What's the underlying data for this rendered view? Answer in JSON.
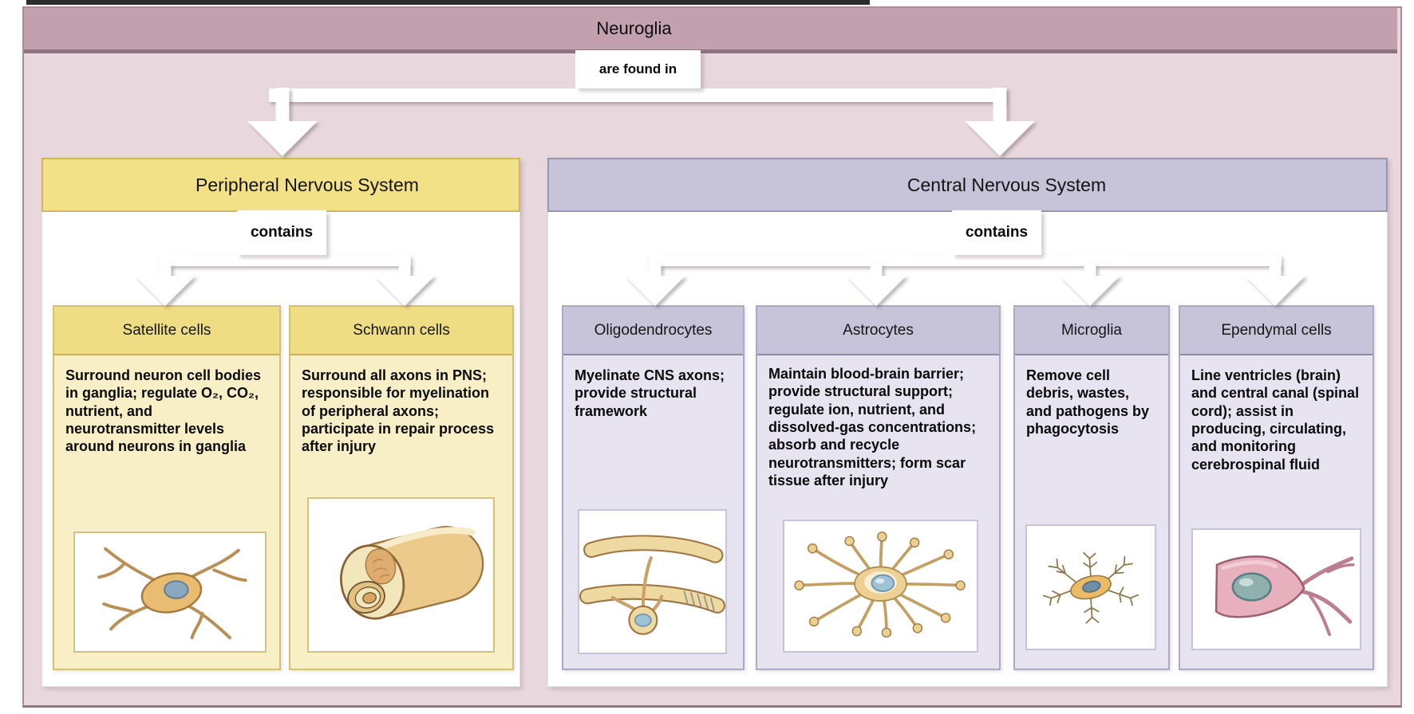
{
  "title": "Neuroglia",
  "root_connector": {
    "label": "are found in"
  },
  "pns": {
    "title": "Peripheral Nervous System",
    "connector_label": "contains",
    "cells": [
      {
        "name": "Satellite cells",
        "description": "Surround neuron cell bodies in ganglia; regulate O₂, CO₂, nutrient, and neurotransmitter levels around neurons in ganglia",
        "illustration": "satellite-cell"
      },
      {
        "name": "Schwann cells",
        "description": "Surround all axons in PNS; responsible for myelination of peripheral axons; participate in repair process after injury",
        "illustration": "myelinated-axon"
      }
    ]
  },
  "cns": {
    "title": "Central Nervous System",
    "connector_label": "contains",
    "cells": [
      {
        "name": "Oligodendrocytes",
        "description": "Myelinate CNS axons; provide structural framework",
        "illustration": "oligodendrocyte"
      },
      {
        "name": "Astrocytes",
        "description": "Maintain blood-brain barrier; provide structural support; regulate ion, nutrient, and dissolved-gas concentrations; absorb and recycle neurotransmitters; form scar tissue after injury",
        "illustration": "astrocyte"
      },
      {
        "name": "Microglia",
        "description": "Remove cell debris, wastes, and pathogens by phagocytosis",
        "illustration": "microglia"
      },
      {
        "name": "Ependymal cells",
        "description": "Line ventricles (brain) and central canal (spinal cord); assist in producing, circulating, and monitoring cerebrospinal fluid",
        "illustration": "ependymal-cell"
      }
    ]
  },
  "colors": {
    "text_color": "#111111",
    "figure_background": "#e8d8dd",
    "figure_border": "#a88d99",
    "title_bar_background": "#c2a0ae",
    "title_bar_border": "#8e7380",
    "connector_fill": "#ffffff",
    "panel_background": "#ffffff",
    "pns_header_background": "#f3e187",
    "pns_header_border": "#cfb75d",
    "pns_cell_header_background": "#efdd83",
    "pns_cell_body_background": "#f9efc7",
    "pns_cell_border": "#d5bf72",
    "cns_header_background": "#c7c3d9",
    "cns_header_border": "#9a94b1",
    "cns_cell_header_background": "#c7c3d8",
    "cns_cell_body_background": "#e7e3f0",
    "cns_cell_border": "#aea8c3"
  }
}
